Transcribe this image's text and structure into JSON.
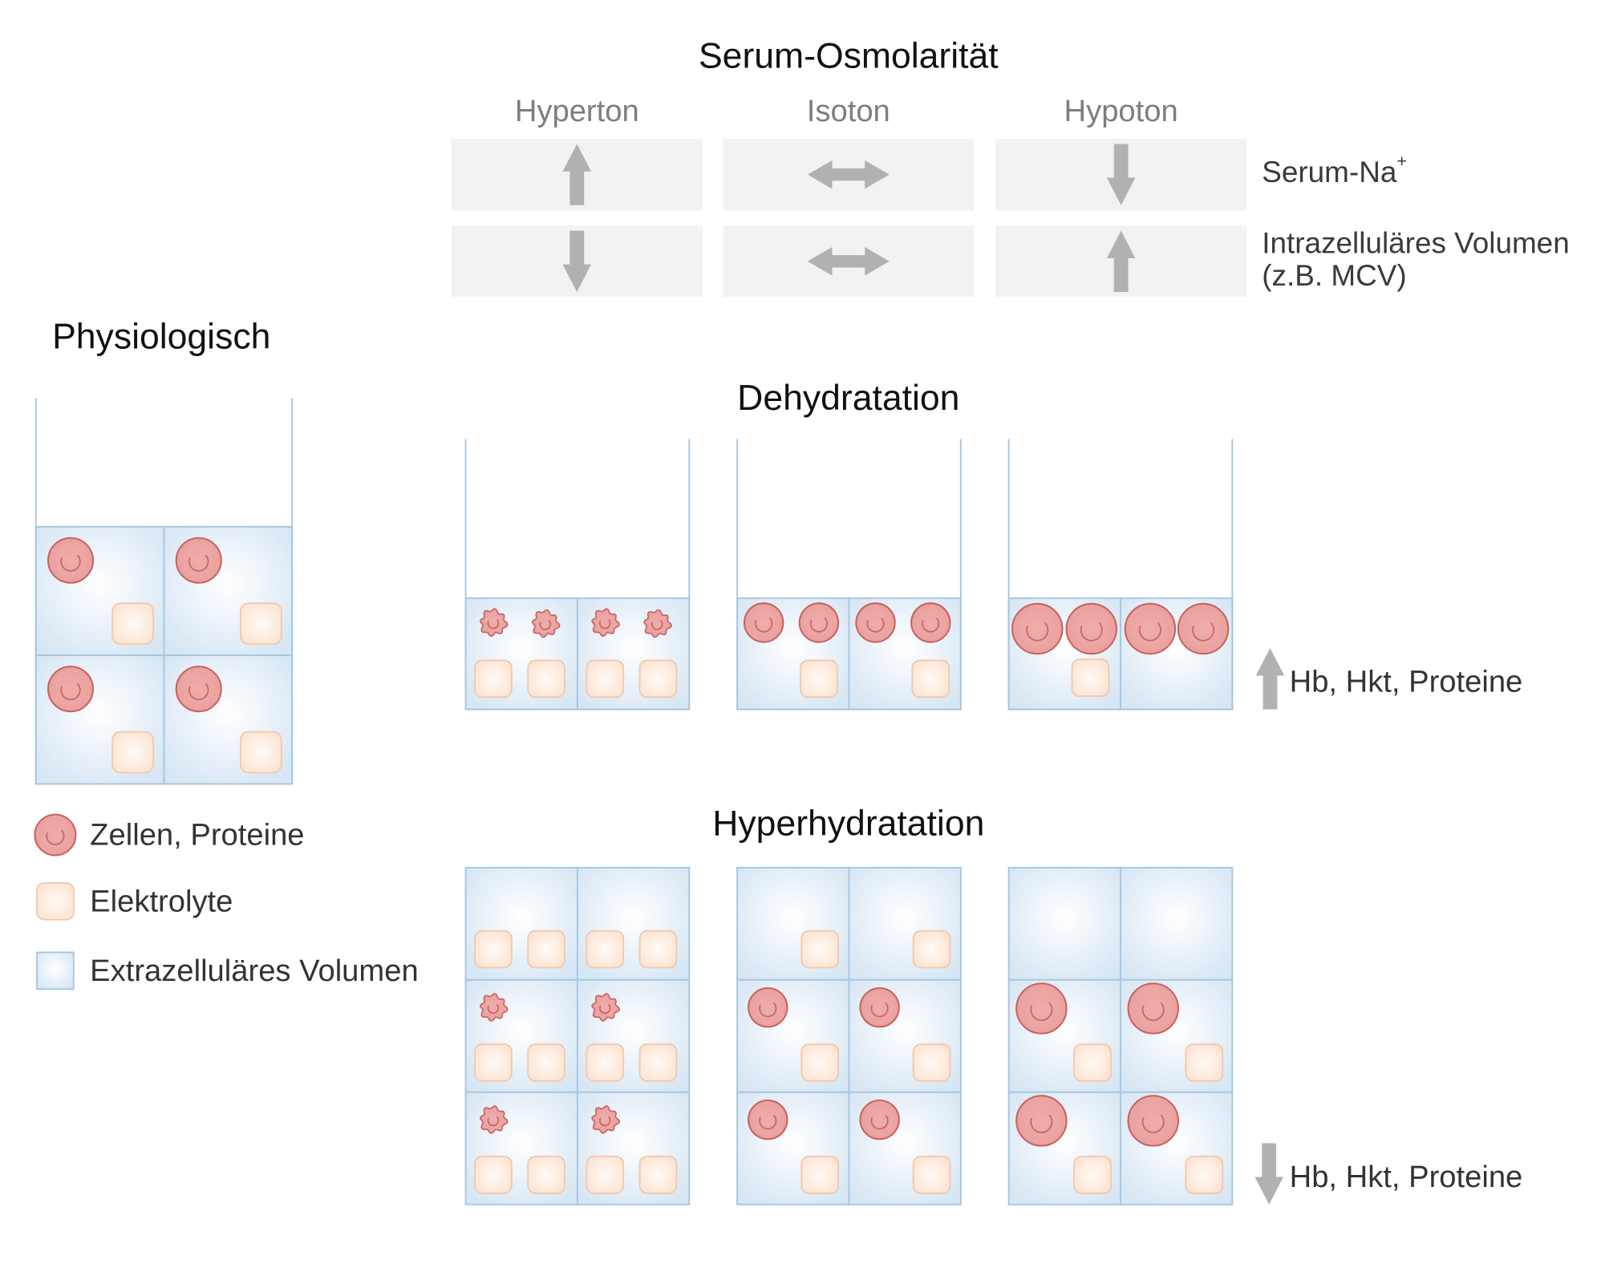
{
  "osmolarity": {
    "title": "Serum-Osmolarität",
    "columns": [
      {
        "label": "Hyperton",
        "serum_na_icon": "arrow-up-icon",
        "volume_icon": "arrow-down-icon",
        "cell_icon": "shrunken-cell-icon"
      },
      {
        "label": "Isoton",
        "serum_na_icon": "arrow-left-right-icon",
        "volume_icon": "arrow-left-right-icon",
        "cell_icon": "cell-icon"
      },
      {
        "label": "Hypoton",
        "serum_na_icon": "arrow-down-icon",
        "volume_icon": "arrow-up-icon",
        "cell_icon": "swollen-cell-icon"
      }
    ],
    "rows": {
      "serum_na": {
        "label": "Serum-Na",
        "charge": "+"
      },
      "volume": {
        "line1": "Intrazelluläres Volumen",
        "line2": "(z.B. MCV)"
      }
    }
  },
  "physiological": {
    "title": "Physiologisch",
    "cell_icon": "cell-icon"
  },
  "dehydration": {
    "title": "Dehydratation",
    "note": {
      "icon": "arrow-up-icon",
      "label": "Hb, Hkt, Proteine"
    }
  },
  "hyperhydration": {
    "title": "Hyperhydratation",
    "note": {
      "icon": "arrow-down-icon",
      "label": "Hb, Hkt, Proteine"
    }
  },
  "legend": [
    {
      "icon": "cell-icon",
      "label": "Zellen, Proteine"
    },
    {
      "icon": "electrolyte-icon",
      "label": "Elektrolyte"
    },
    {
      "icon": "extracellular-volume-icon",
      "label": "Extrazelluläres Volumen"
    }
  ],
  "colors": {
    "cell_fill": "#e9a09e",
    "cell_stroke": "#c8625f",
    "electrolyte_fill": "#fde3d0",
    "electrolyte_stroke": "#f1c7ad",
    "extracellular_fill": "#d6e6f4",
    "container_stroke": "#a7c6df",
    "arrow": "#b1b1b1",
    "header_box": "#f2f2f2"
  }
}
